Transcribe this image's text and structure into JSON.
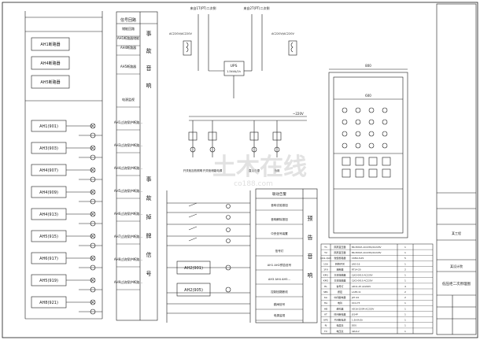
{
  "colors": {
    "background": "#ffffff",
    "line": "#1a1a1a",
    "label_green": "#2a9a2a",
    "label_magenta": "#b0309a",
    "watermark": "#d6d6d6"
  },
  "left_panel": {
    "breakers": [
      "AH1断路器",
      "AH4断路器",
      "AH5断路器"
    ],
    "circuits": [
      "AH1(901)",
      "AH3(903)",
      "AH4(907)",
      "AH4(909)",
      "AH4(913)",
      "AH5(915)",
      "AH6(917)",
      "AH5(919)",
      "AH8(921)"
    ]
  },
  "center_table": {
    "header": "信号回路",
    "rows": [
      "储能回路",
      "AH1断路器储能",
      "AH4断路器",
      "AH5断路器",
      "电源监视",
      "AH1过流保护断路器保护动作",
      "AH3过流保护断路器保护动作",
      "AH4过流保护断路器保护动作",
      "AH5过流保护断路器保护动作",
      "AH6过流保护断路器保护动作",
      "AH7过流保护断路器保护动作",
      "AH8过流保护断路器保护动作",
      "AH9过流保护断路器保护动作"
    ],
    "vertical_group_1": [
      "事",
      "故",
      "音",
      "响"
    ],
    "vertical_group_2": [
      "事",
      "故",
      "掉",
      "牌",
      "信",
      "号"
    ]
  },
  "top_transformers": {
    "left_source": "来自1T(PT)二次侧",
    "right_source": "来自2T(PT)二次侧",
    "left_ratio": "AC220V/AC220V",
    "right_ratio": "AC220V/AC220V",
    "ups_label": "UPS",
    "ups_rating": "1.5kVA/1h",
    "bus_label": "~220V",
    "feeder_labels": [
      "开关柜加热照明",
      "开关柜储能电源",
      "直流电源",
      "备用"
    ]
  },
  "control_circuit": {
    "boxes": [
      "AH2(901)",
      "AH2(905)"
    ]
  },
  "right_table": {
    "header": "联动告警",
    "rows": [
      "音响试验按钮",
      "音响解除按钮",
      "中央信号装置",
      "信号灯",
      "AH1 AH2预告信号",
      "AH3 AH4 AH5二次断线信号",
      "控制回路断线",
      "跳闸信号",
      "电源监视"
    ],
    "vertical": [
      "预",
      "告",
      "音",
      "响"
    ]
  },
  "equipment_list": {
    "rows": [
      {
        "code": "T1",
        "name": "隔离变压器",
        "spec": "BK-300VA AC220V/AC220V",
        "qty": "1"
      },
      {
        "code": "T2",
        "name": "隔离变压器",
        "spec": "BK-300VA AC220V/AC220V",
        "qty": "1"
      },
      {
        "code": "QA1-QA5",
        "name": "微型断路器",
        "spec": "C65N-3xP1",
        "qty": "5"
      },
      {
        "code": "1SA",
        "name": "转换开关",
        "spec": "LW5-16",
        "qty": "1"
      },
      {
        "code": "1FU",
        "name": "熔断器",
        "spec": "RT14-20",
        "qty": "2"
      },
      {
        "code": "KM1",
        "name": "交流接触器",
        "spec": "CJX2-0910 AC220V",
        "qty": "1"
      },
      {
        "code": "KM2",
        "name": "交流接触器",
        "spec": "CJX2-0910 AC220V",
        "qty": "1"
      },
      {
        "code": "HL",
        "name": "信号灯",
        "spec": "AD11-25 AC220V",
        "qty": "4"
      },
      {
        "code": "SB1",
        "name": "按钮",
        "spec": "LA38-11",
        "qty": "2"
      },
      {
        "code": "KA",
        "name": "中间继电器",
        "spec": "JZ7-44",
        "qty": "2"
      },
      {
        "code": "HA",
        "name": "电铃",
        "spec": "UC4-75",
        "qty": "1"
      },
      {
        "code": "HB",
        "name": "蜂鸣器",
        "spec": "AD16-22SM AC220V",
        "qty": "1"
      },
      {
        "code": "KT",
        "name": "时间继电器",
        "spec": "JS14P",
        "qty": "1"
      },
      {
        "code": "UPS",
        "name": "不间断电源",
        "spec": "1.5kVA/1h",
        "qty": "1"
      },
      {
        "code": "PJ",
        "name": "电度表",
        "spec": "DDS",
        "qty": "1"
      },
      {
        "code": "TV",
        "name": "电压表",
        "spec": "42L6-V",
        "qty": "1"
      }
    ]
  },
  "cabinet": {
    "width_label": "800",
    "inner_label": "600"
  },
  "title_block": {
    "drawing_title": "低压柜二次原理图",
    "company": "某设计院",
    "project": "某工程"
  },
  "watermark": {
    "text": "土木在线",
    "sub": "co188.com"
  }
}
